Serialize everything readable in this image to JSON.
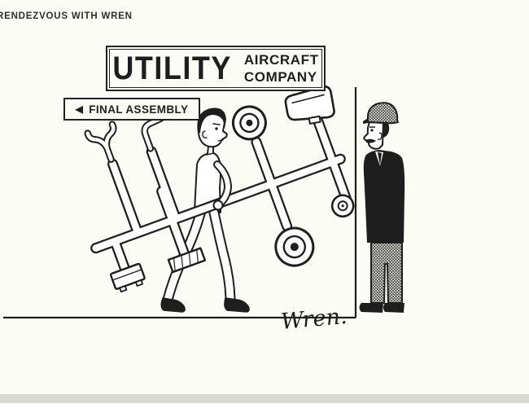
{
  "page": {
    "header_title": "RENDEZVOUS WITH WREN"
  },
  "cartoon": {
    "factory_sign": {
      "brand": "UTILITY",
      "line1": "AIRCRAFT",
      "line2": "COMPANY"
    },
    "assembly_sign": {
      "arrow": "◀",
      "label": "FINAL ASSEMBLY"
    },
    "signature": "Wren."
  },
  "colors": {
    "ink": "#1e1e1e",
    "paper": "#fcfcf7"
  }
}
